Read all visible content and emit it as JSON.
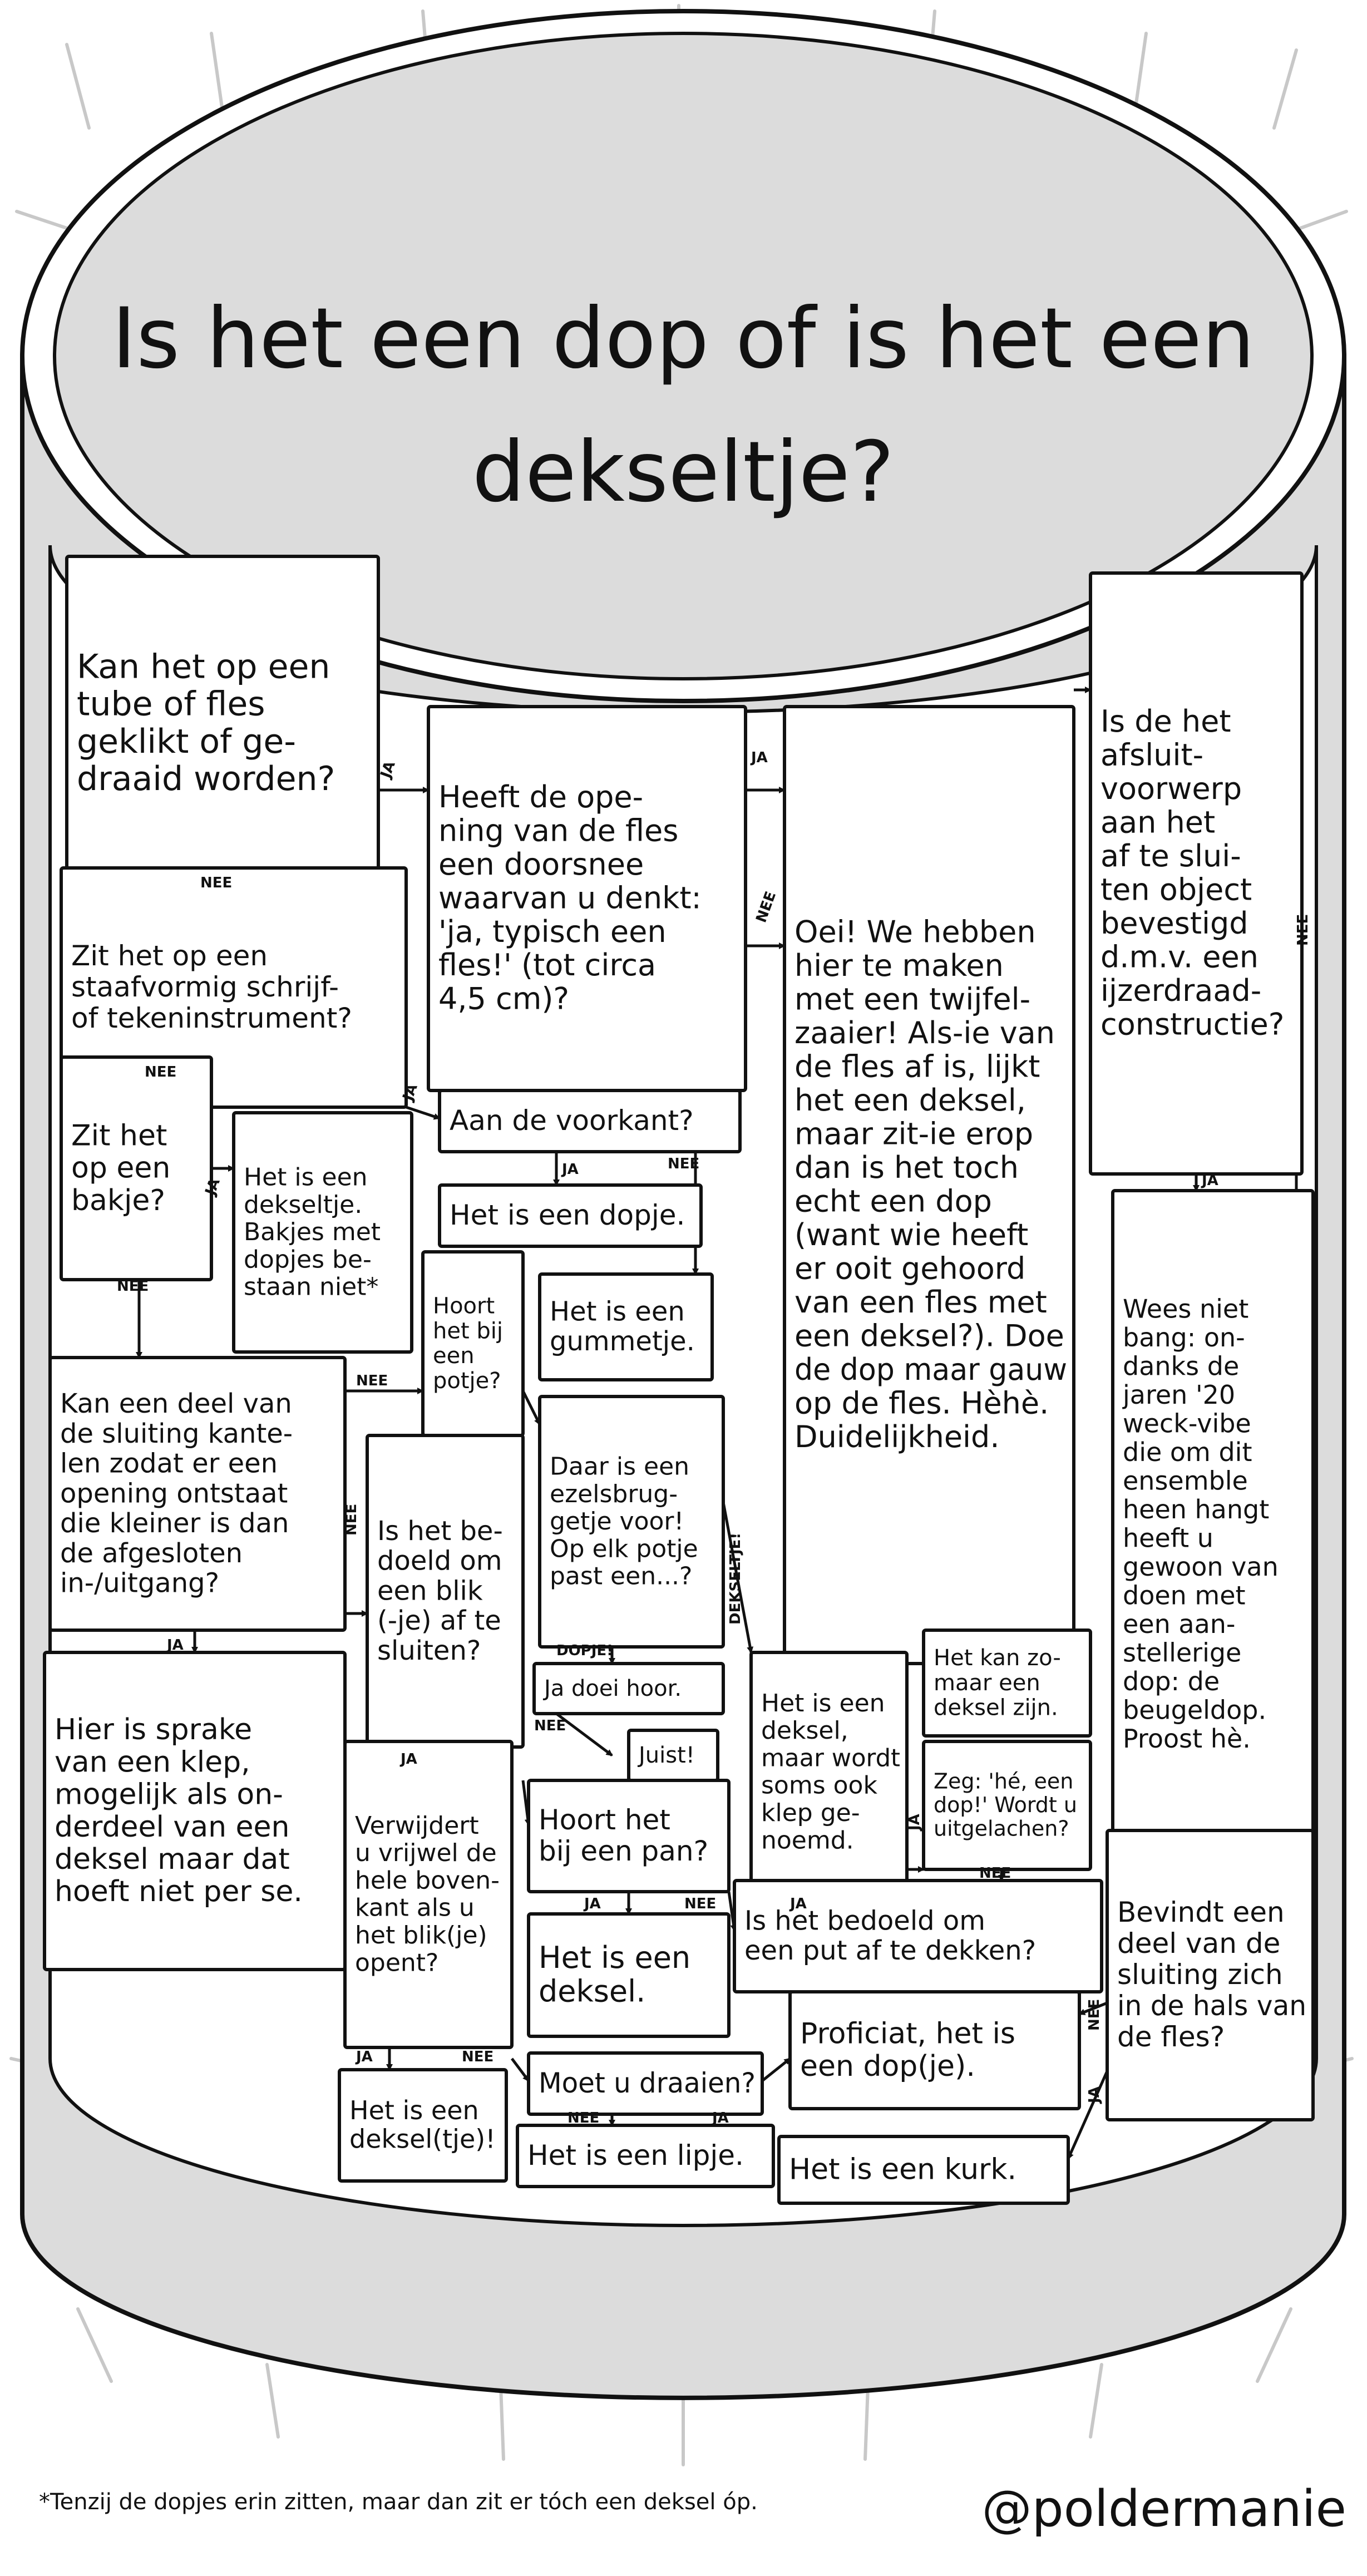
{
  "title": "Is het een dop of is het een dekseltje?",
  "footnote": "*Tenzij de dopjes erin zitten, maar dan zit er tóch een deksel óp.",
  "credit": "@poldermanie",
  "colors": {
    "can": "#dcdcdc",
    "ink": "#111111",
    "paper": "#ffffff",
    "ray": "#c8c8c8"
  },
  "labels": {
    "ja": "JA",
    "nee": "NEE",
    "dopje": "DOPJE!",
    "dekseltje": "DEKSELTJE!"
  },
  "nodes": {
    "q_tube": [
      "Kan het op een",
      "tube of fles",
      "geklikt of ge-",
      "draaid worden?"
    ],
    "q_doorsnee": [
      "Heeft de ope-",
      "ning van de fles",
      "een doorsnee",
      "waarvan u denkt:",
      "'ja, typisch een",
      "fles!' (tot circa",
      "4,5 cm)?"
    ],
    "t_twijfel": [
      "Oei! We hebben",
      "hier te maken",
      "met een twijfel-",
      "zaaier! Als-ie van",
      "de fles af is, lijkt",
      "het een deksel,",
      "maar zit-ie erop",
      "dan is het toch",
      "echt een dop",
      "(want wie heeft",
      "er ooit gehoord",
      "van een fles met",
      "een deksel?). Doe",
      "de dop maar gauw",
      "op de fles. Hèhè.",
      "Duidelijkheid."
    ],
    "q_afsluit": [
      "Is de het",
      "afsluit-",
      "voorwerp",
      "aan het",
      "af te slui-",
      "ten object",
      "bevestigd",
      "d.m.v. een",
      "ijzerdraad-",
      "constructie?"
    ],
    "q_staaf": [
      "Zit het op een",
      "staafvormig schrijf-",
      "of tekeninstrument?"
    ],
    "q_voorkant": [
      "Aan de voorkant?"
    ],
    "q_bakje": [
      "Zit het",
      "op een",
      "bakje?"
    ],
    "t_bakjes": [
      "Het is een",
      "dekseltje.",
      "Bakjes met",
      "dopjes be-",
      "staan niet*"
    ],
    "r_dopje": [
      "Het is een dopje."
    ],
    "q_potje": [
      "Hoort",
      "het bij",
      "een",
      "potje?"
    ],
    "r_gummetje": [
      "Het is een",
      "gummetje."
    ],
    "t_beugel": [
      "Wees niet",
      "bang: on-",
      "danks de",
      "jaren '20",
      "weck-vibe",
      "die om dit",
      "ensemble",
      "heen hangt",
      "heeft u",
      "gewoon van",
      "doen met",
      "een aan-",
      "stellerige",
      "dop: de",
      "beugeldop.",
      "Proost hè."
    ],
    "q_kantelen": [
      "Kan een deel van",
      "de sluiting kante-",
      "len zodat er een",
      "opening ontstaat",
      "die kleiner is dan",
      "de afgesloten",
      "in-/uitgang?"
    ],
    "q_blik": [
      "Is het be-",
      "doeld om",
      "een blik",
      "(-je) af te",
      "sluiten?"
    ],
    "q_ezels": [
      "Daar is een",
      "ezelsbrug-",
      "getje voor!",
      "Op elk potje",
      "past een...?"
    ],
    "r_jadoei": [
      "Ja doei hoor."
    ],
    "r_juist": [
      "Juist!"
    ],
    "t_klepdeksel": [
      "Het is een",
      "deksel,",
      "maar wordt",
      "soms ook",
      "klep ge-",
      "noemd."
    ],
    "t_zomaar": [
      "Het kan zo-",
      "maar een",
      "deksel zijn."
    ],
    "t_uitgelachen": [
      "Zeg: 'hé, een",
      "dop!' Wordt u",
      "uitgelachen?"
    ],
    "t_klep": [
      "Hier is sprake",
      "van een klep,",
      "mogelijk als on-",
      "derdeel van een",
      "deksel maar dat",
      "hoeft niet per se."
    ],
    "q_verwijdert": [
      "Verwijdert",
      "u vrijwel de",
      "hele boven-",
      "kant als u",
      "het blik(je)",
      "opent?"
    ],
    "q_pan": [
      "Hoort het",
      "bij een pan?"
    ],
    "q_put": [
      "Is het bedoeld om",
      "een put af te dekken?"
    ],
    "q_hals": [
      "Bevindt een",
      "deel van de",
      "sluiting zich",
      "in de hals van",
      "de fles?"
    ],
    "r_deksel": [
      "Het is een",
      "deksel."
    ],
    "q_draaien": [
      "Moet u draaien?"
    ],
    "r_proficiat": [
      "Proficiat, het is",
      "een dop(je)."
    ],
    "r_dekseltje2": [
      "Het is een",
      "deksel(tje)!"
    ],
    "r_lipje": [
      "Het is een lipje."
    ],
    "r_kurk": [
      "Het is een kurk."
    ]
  }
}
